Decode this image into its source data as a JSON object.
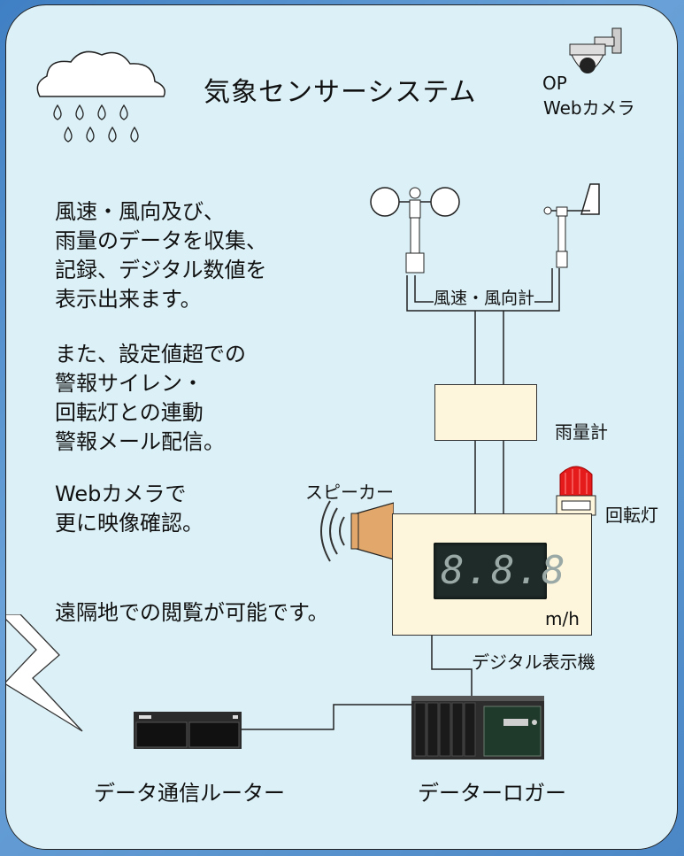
{
  "title": "気象センサーシステム",
  "camera": {
    "line1": "OP",
    "line2": "Webカメラ"
  },
  "description": {
    "para1": [
      "風速・風向及び、",
      "雨量のデータを収集、",
      "記録、デジタル数値を",
      "表示出来ます。"
    ],
    "para2": [
      "また、設定値超での",
      "警報サイレン・",
      "回転灯との連動",
      "警報メール配信。"
    ],
    "para3": [
      "Webカメラで",
      "更に映像確認。"
    ],
    "para4": "遠隔地での閲覧が可能です。"
  },
  "labels": {
    "wind_meter": "風速・風向計",
    "rain_gauge": "雨量計",
    "speaker": "スピーカー",
    "rotating_light": "回転灯",
    "display_unit": "m/h",
    "display_digits": "8.8.8",
    "digital_display": "デジタル表示機",
    "router": "データ通信ルーター",
    "logger": "データーロガー"
  },
  "colors": {
    "panel_bg": "#dcf1f7",
    "box_fill": "#fdf6dc",
    "page_bg": "#4b87c6",
    "light_red": "#e51b1b",
    "speaker_fill": "#e2a76a"
  }
}
